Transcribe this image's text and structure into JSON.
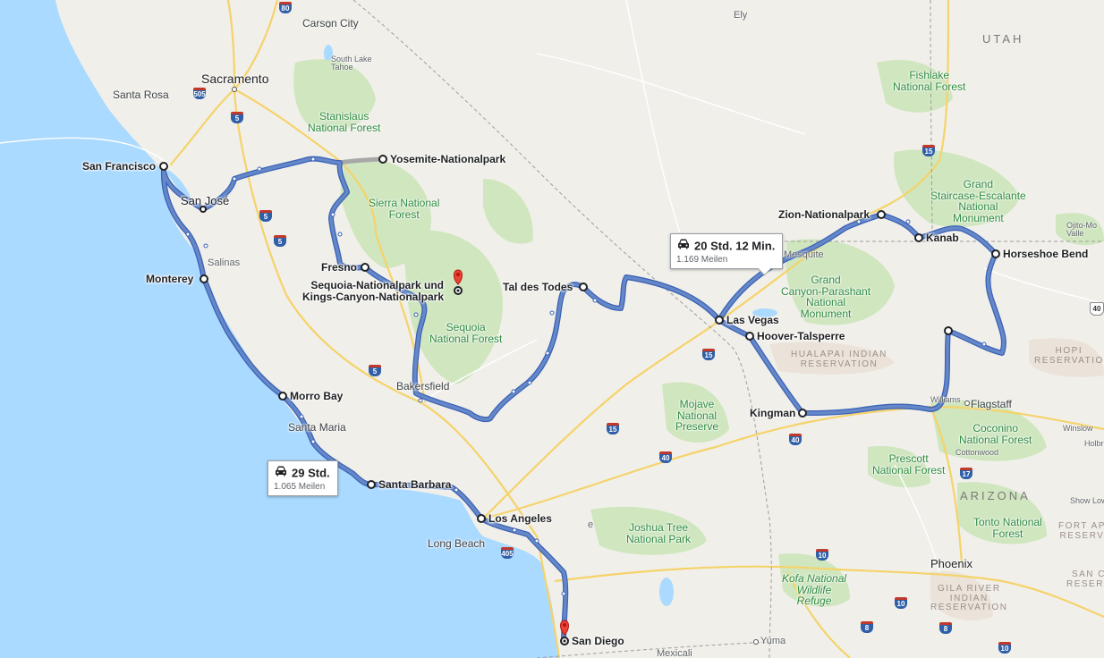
{
  "map": {
    "colors": {
      "land": "#f1efe9",
      "water": "#aadaff",
      "park": "#cfe6bf",
      "route": "#6688c8",
      "route_outline": "#3b63b7",
      "pin": "#ea4335"
    },
    "route_stops": {
      "san_francisco": "San Francisco",
      "san_jose": "San José",
      "yosemite": "Yosemite-Nationalpark",
      "fresno": "Fresno",
      "sequoia_1": "Sequoia-Nationalpark und",
      "sequoia_2": "Kings-Canyon-Nationalpark",
      "monterey": "Monterey",
      "morro_bay": "Morro Bay",
      "santa_barbara": "Santa Barbara",
      "los_angeles": "Los Angeles",
      "san_diego": "San Diego",
      "death_valley": "Tal des Todes",
      "las_vegas": "Las Vegas",
      "hoover": "Hoover-Talsperre",
      "kingman": "Kingman",
      "zion": "Zion-Nationalpark",
      "kanab": "Kanab",
      "horseshoe": "Horseshoe Bend"
    },
    "cities": {
      "carson_city": "Carson City",
      "south_lake_tahoe_1": "South Lake",
      "south_lake_tahoe_2": "Tahoe",
      "sacramento": "Sacramento",
      "santa_rosa": "Santa Rosa",
      "salinas": "Salinas",
      "bakersfield": "Bakersfield",
      "santa_maria": "Santa Maria",
      "long_beach": "Long Beach",
      "mesquite": "Mesquite",
      "flagstaff": "Flagstaff",
      "williams": "Williams",
      "cottonwood": "Cottonwood",
      "phoenix": "Phoenix",
      "yuma": "Yuma",
      "mexicali": "Mexicali",
      "ely": "Ely",
      "show_low": "Show Low",
      "winslow": "Winslow",
      "holbrook": "Holbro",
      "ojai": "e"
    },
    "parks": {
      "stanislaus_1": "Stanislaus",
      "stanislaus_2": "National Forest",
      "sierra_1": "Sierra National",
      "sierra_2": "Forest",
      "sequoia_nf_1": "Sequoia",
      "sequoia_nf_2": "National Forest",
      "mojave_1": "Mojave",
      "mojave_2": "National",
      "mojave_3": "Preserve",
      "joshua_1": "Joshua Tree",
      "joshua_2": "National Park",
      "fishlake_1": "Fishlake",
      "fishlake_2": "National Forest",
      "grand_staircase_1": "Grand",
      "grand_staircase_2": "Staircase-Escalante",
      "grand_staircase_3": "National",
      "grand_staircase_4": "Monument",
      "parashant_1": "Grand",
      "parashant_2": "Canyon-Parashant",
      "parashant_3": "National",
      "parashant_4": "Monument",
      "coconino_1": "Coconino",
      "coconino_2": "National Forest",
      "prescott_1": "Prescott",
      "prescott_2": "National Forest",
      "tonto_1": "Tonto National",
      "tonto_2": "Forest",
      "kofa_1": "Kofa National",
      "kofa_2": "Wildlife",
      "kofa_3": "Refuge",
      "ojito_1": "Ojito-Mo",
      "ojito_2": "Valle"
    },
    "regions": {
      "utah": "UTAH",
      "arizona": "ARIZONA",
      "hualapai_1": "HUALAPAI INDIAN",
      "hualapai_2": "RESERVATION",
      "hopi_1": "HOPI",
      "hopi_2": "RESERVATIO",
      "gila_1": "GILA RIVER",
      "gila_2": "INDIAN",
      "gila_3": "RESERVATION",
      "fort_apache_1": "FORT AP",
      "fort_apache_2": "RESERV",
      "san_carlos_1": "SAN C",
      "san_carlos_2": "RESERV"
    },
    "callouts": {
      "east": {
        "duration": "20 Std. 12 Min.",
        "distance": "1.169 Meilen"
      },
      "west": {
        "duration": "29 Std.",
        "distance": "1.065 Meilen"
      }
    },
    "shields": [
      "80",
      "505",
      "5",
      "5",
      "5",
      "15",
      "5",
      "15",
      "15",
      "40",
      "40",
      "405",
      "10",
      "10",
      "8",
      "8",
      "10",
      "17",
      "40"
    ]
  }
}
